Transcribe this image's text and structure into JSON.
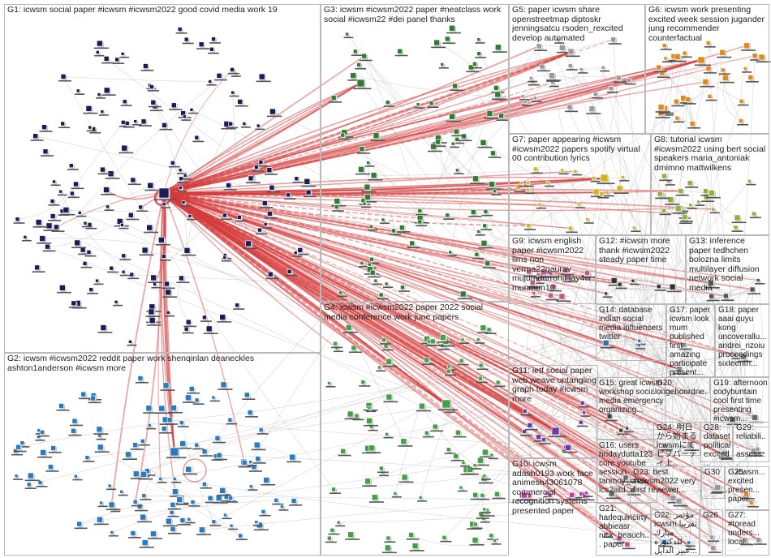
{
  "graph": {
    "title": "",
    "accent_color": "#d43a3a",
    "edge_color": "#b8b8b8",
    "groups": [
      {
        "id": "G1",
        "label": "G1: icwsm social paper #icwsm #icwsm2022 good covid media work 19",
        "color": "#1c1c5a"
      },
      {
        "id": "G2",
        "label": "G2: icwsm #icwsm2022 reddit paper work shenqinlan deaneckles ashton1anderson #icwsm more",
        "color": "#2a7ac0"
      },
      {
        "id": "G3",
        "label": "G3: icwsm #icwsm2022 paper #neatclass work social #icwsm22 #dei panel thanks",
        "color": "#2e7d32"
      },
      {
        "id": "G4",
        "label": "G4: icwsm #icwsm2022 paper 2022 social media conference work june papers",
        "color": "#43a047"
      },
      {
        "id": "G5",
        "label": "G5: paper icwsm share openstreetmap diptoskr jenningsatcu rsoden_rexcited develop automated",
        "color": "#9a9a9a"
      },
      {
        "id": "G6",
        "label": "G6: icwsm work presenting excited week session jugander jung recommender counterfactual",
        "color": "#e08a1e"
      },
      {
        "id": "G7",
        "label": "G7: paper appearing #icwsm #icwsm2022 papers spotify virtual 00 contribution lyrics",
        "color": "#d4b21e"
      },
      {
        "id": "G8",
        "label": "G8: tutorial icwsm #icwsm2022 using bert social speakers maria_antoniak dmimno mattwilkens",
        "color": "#8fb33a"
      },
      {
        "id": "G9",
        "label": "G9: icwsm english paper #icwsm2022 llms non verma22gaurav mujumdarrohit jay4w munmun10",
        "color": "#c2588a"
      },
      {
        "id": "G10",
        "label": "G10: icwsm adash0193 work face animesh43061078 commercial recognition systems presented paper",
        "color": "#c03a9a"
      },
      {
        "id": "G11",
        "label": "G11: ietf social paper web weave untangling graph today #icwsm more",
        "color": "#6a3da8"
      },
      {
        "id": "G12",
        "label": "G12: #icwsm more thank #icwsm2022 steady paper time",
        "color": "#333333"
      },
      {
        "id": "G13",
        "label": "G13: inference paper tedhchen bolozna limits multilayer diffusion network social media",
        "color": "#555555"
      },
      {
        "id": "G14",
        "label": "G14: database indian social media influencers twitter",
        "color": "#3a6fb0"
      },
      {
        "id": "G15",
        "label": "G15: great icwsm workshop social media emergency organizing...",
        "color": "#444444"
      },
      {
        "id": "G16",
        "label": "G16: users hridaydutta123 core youtube session tanmoy_chak lcs2iiitd...",
        "color": "#666666"
      },
      {
        "id": "G17",
        "label": "G17: paper icwsm look mum published first amazing participate present...",
        "color": "#888888"
      },
      {
        "id": "G18",
        "label": "G18: paper aaai quyu kong uncoverallu... andrei_rizoiu proceedings sixteenth...",
        "color": "#777777"
      },
      {
        "id": "G19",
        "label": "G19: afternoon codybuntain cool first time presenting #icwsm...",
        "color": "#666666"
      },
      {
        "id": "G20",
        "label": "G20: ongehoordne...",
        "color": "#999999"
      },
      {
        "id": "G21",
        "label": "G21: harlequinclrty abbieasr nick_beauch... paper",
        "color": "#c24a8a"
      },
      {
        "id": "G22",
        "label": "G22: مؤتمر icwsm تقريبا مبارك للدكتوره عبير الدايل...",
        "color": "#2a6fb0"
      },
      {
        "id": "G23",
        "label": "G23: best #icwsm2022 very first reviewer...",
        "color": "#9a9a9a"
      },
      {
        "id": "G24",
        "label": "G24: 明日から始まる icwsmにて ビブパーティ上...",
        "color": "#9a9a9a"
      },
      {
        "id": "G25",
        "label": "G25: excited presen... paper...",
        "color": "#e08a1e"
      },
      {
        "id": "G26",
        "label": "G26",
        "color": "#999999"
      },
      {
        "id": "G27",
        "label": "G27: #toread unders... local...",
        "color": "#999999"
      },
      {
        "id": "G28",
        "label": "G28: dataset political excited...",
        "color": "#999999"
      },
      {
        "id": "G29",
        "label": "G29: reliabili... assess... icwsm...",
        "color": "#999999"
      },
      {
        "id": "G30",
        "label": "G30",
        "color": "#999999"
      }
    ]
  }
}
